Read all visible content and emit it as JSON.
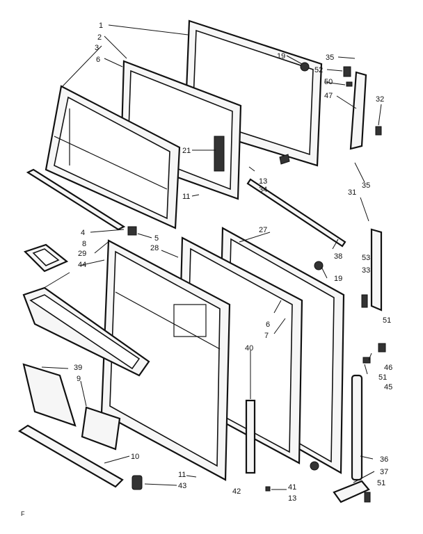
{
  "callouts": {
    "c1": "1",
    "c2": "2",
    "c3": "3",
    "c6a": "6",
    "c19a": "19",
    "c35a": "35",
    "c52": "52",
    "c50": "50",
    "c47": "47",
    "c32": "32",
    "c21": "21",
    "c13a": "13",
    "c34": "34",
    "c11a": "11",
    "c35b": "35",
    "c31": "31",
    "c27": "27",
    "c4": "4",
    "c5": "5",
    "c8": "8",
    "c29": "29",
    "c28": "28",
    "c44": "44",
    "c38": "38",
    "c53": "53",
    "c19b": "19",
    "c33": "33",
    "c6b": "6",
    "c7": "7",
    "c51a": "51",
    "c40": "40",
    "c46": "46",
    "c51b": "51",
    "c45": "45",
    "c39": "39",
    "c9": "9",
    "c10": "10",
    "c36": "36",
    "c11b": "11",
    "c43": "43",
    "c37": "37",
    "c51c": "51",
    "c41": "41",
    "c42": "42",
    "c13b": "13"
  },
  "corner_mark": "F"
}
